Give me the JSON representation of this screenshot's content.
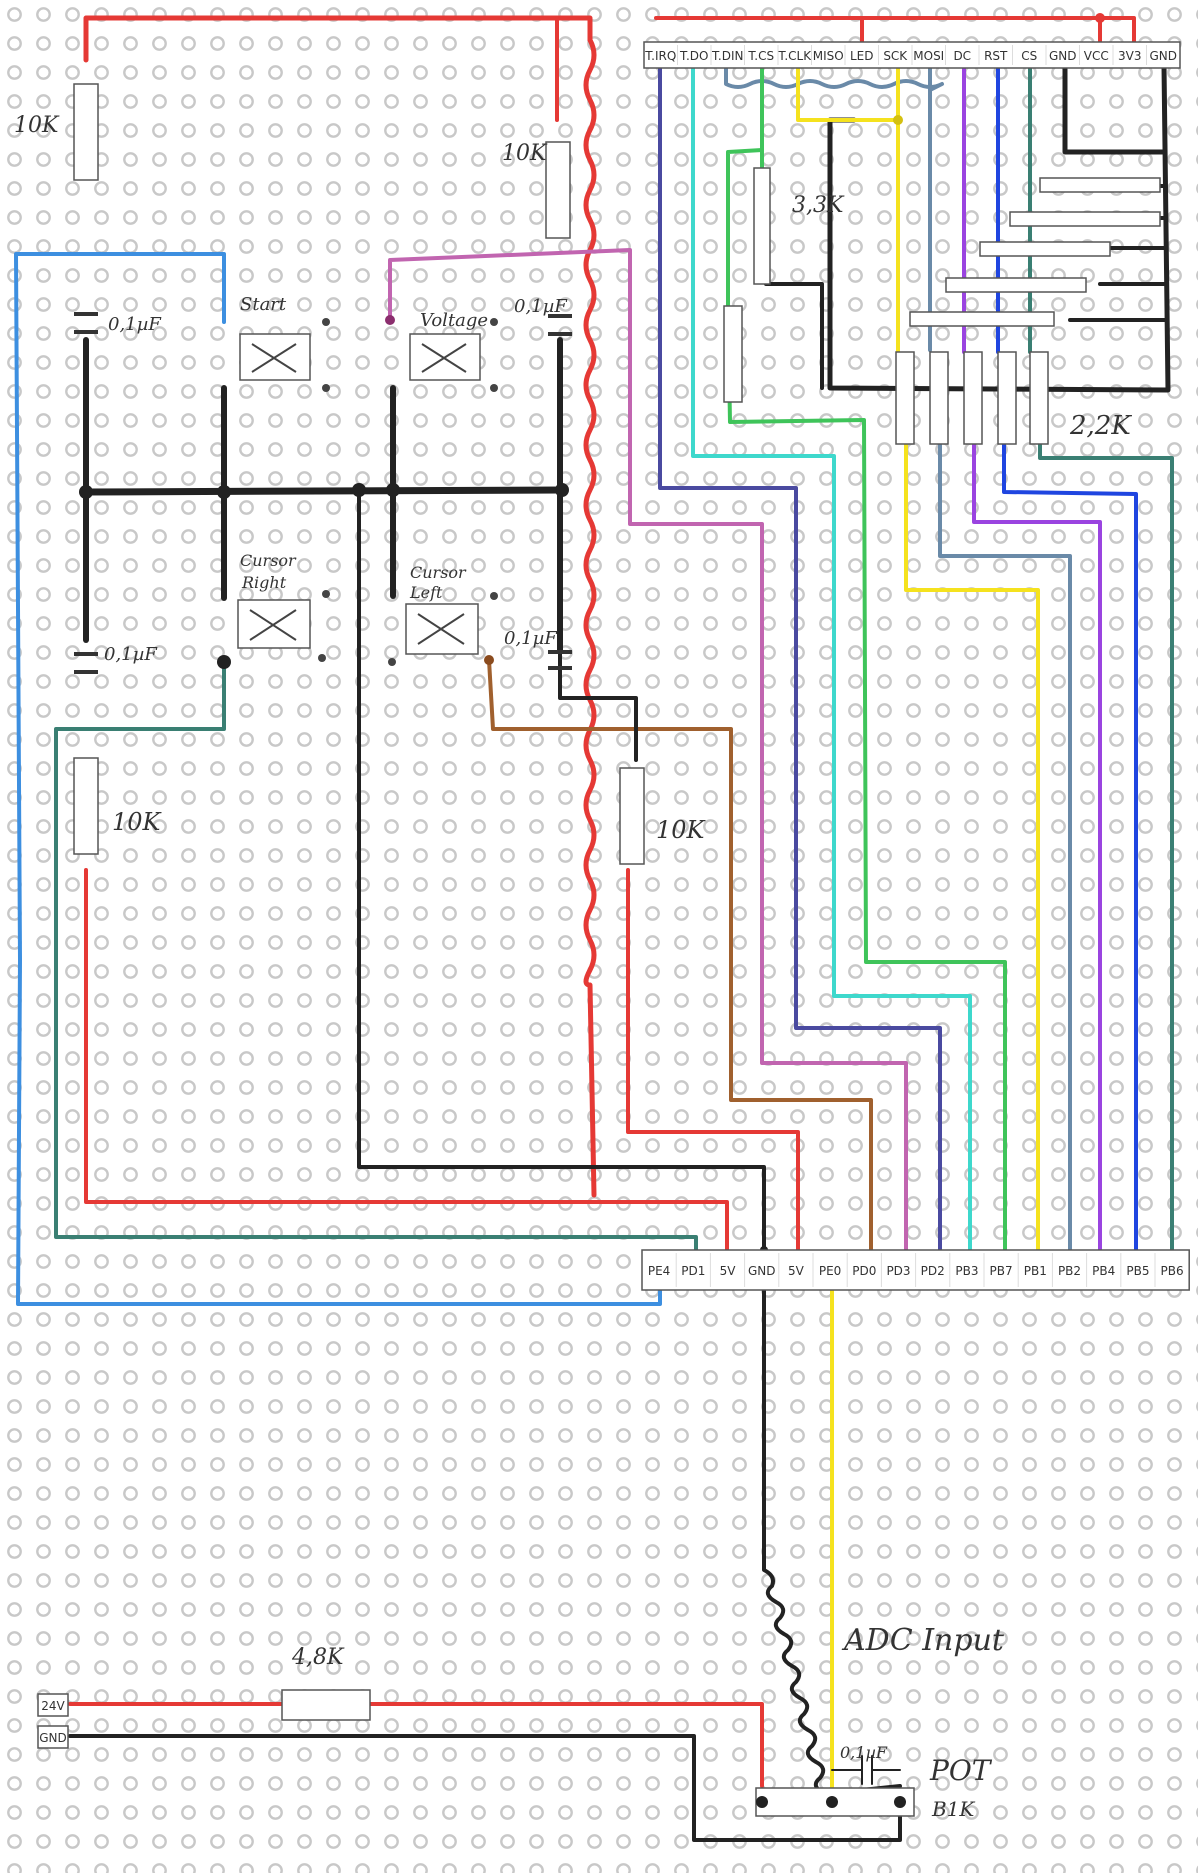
{
  "board": {
    "background": "#ffffff",
    "hole_color": "#c8c8c8"
  },
  "lcd_header": {
    "pins": [
      "T.IRQ",
      "T.DO",
      "T.DIN",
      "T.CS",
      "T.CLK",
      "MISO",
      "LED",
      "SCK",
      "MOSI",
      "DC",
      "RST",
      "CS",
      "GND",
      "VCC",
      "3V3",
      "GND"
    ]
  },
  "mcu_header": {
    "pins": [
      "PE4",
      "PD1",
      "5V",
      "GND",
      "5V",
      "PE0",
      "PD0",
      "PD3",
      "PD2",
      "PB3",
      "PB7",
      "PB1",
      "PB2",
      "PB4",
      "PB5",
      "PB6"
    ]
  },
  "buttons": {
    "start": "Start",
    "voltage": "Voltage",
    "cursor_right_1": "Cursor",
    "cursor_right_2": "Right",
    "cursor_left_1": "Cursor",
    "cursor_left_2": "Left"
  },
  "components": {
    "r_top_left": "10K",
    "r_top_right": "10K",
    "r_bottom_left": "10K",
    "r_bottom_right": "10K",
    "cap_top_left": "0,1µF",
    "cap_top_right": "0,1µF",
    "cap_bottom_left": "0,1µF",
    "cap_bottom_right": "0,1µF",
    "r_lcd_33k": "3,3K",
    "r_lcd_22k": "2,2K",
    "r_input": "4,8K",
    "cap_adc": "0,1µF",
    "adc_label": "ADC Input",
    "pot_label": "POT",
    "pot_value": "B1K"
  },
  "power": {
    "v_in": "24V",
    "gnd": "GND"
  },
  "wire_colors": {
    "red": "#e53935",
    "black": "#222222",
    "blue": "#3d8fe0",
    "magenta": "#c165b0",
    "teal": "#3a7f73",
    "brown": "#a0602e",
    "navy": "#4a4aa0",
    "cyan": "#3ed8cc",
    "green": "#3fc45a",
    "yellow": "#f5e21e",
    "purple": "#9a44e0",
    "royal": "#1f45e0",
    "slate": "#6a8aa8"
  }
}
